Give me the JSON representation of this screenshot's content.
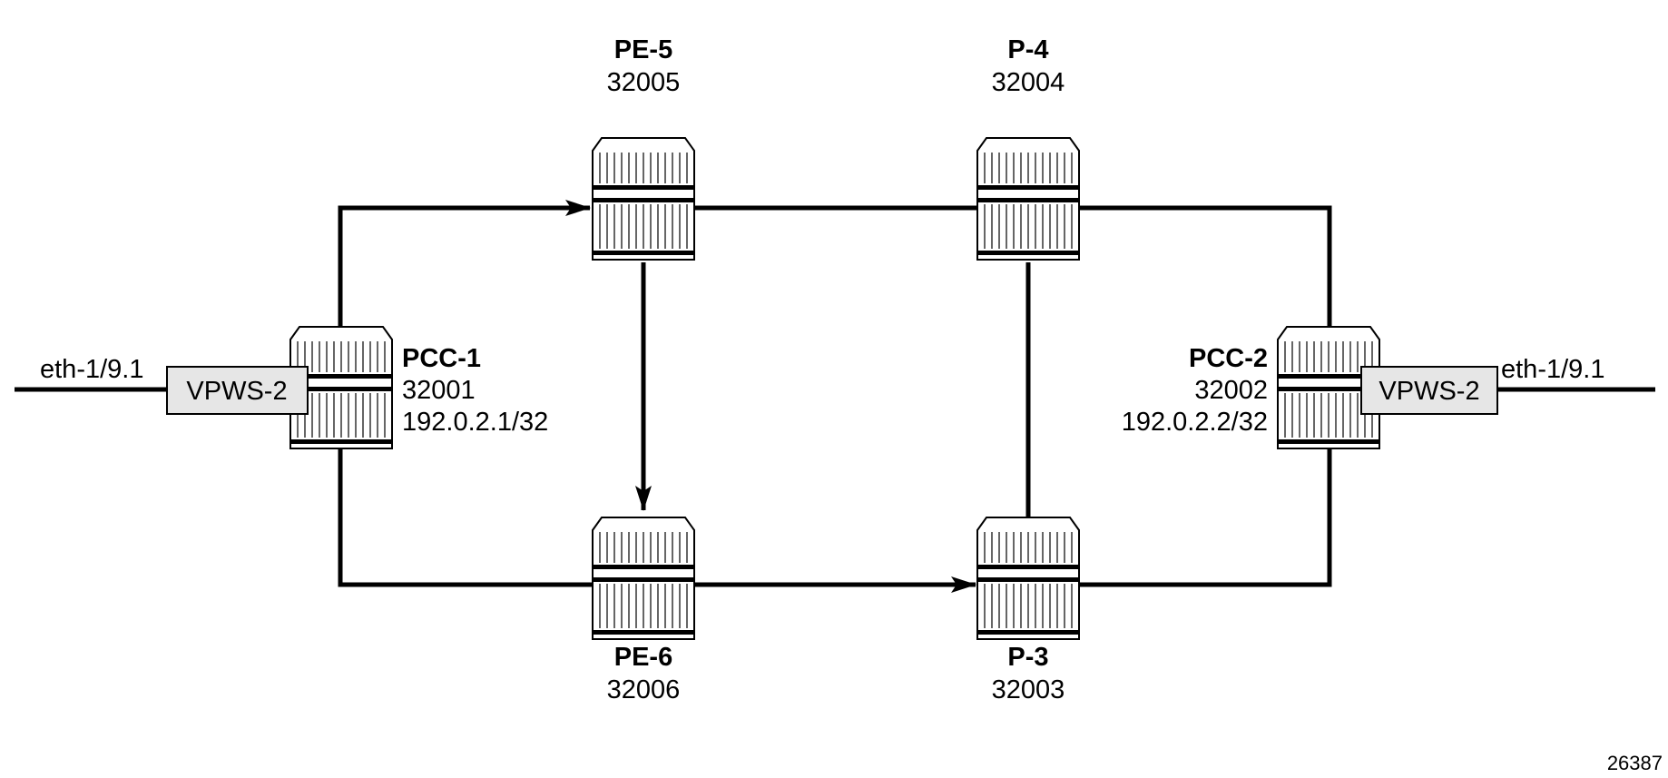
{
  "nodes": [
    {
      "id": "pcc1",
      "name": "PCC-1",
      "sid": "32001",
      "ip": "192.0.2.1/32"
    },
    {
      "id": "pcc2",
      "name": "PCC-2",
      "sid": "32002",
      "ip": "192.0.2.2/32"
    },
    {
      "id": "pe5",
      "name": "PE-5",
      "sid": "32005"
    },
    {
      "id": "p4",
      "name": "P-4",
      "sid": "32004"
    },
    {
      "id": "pe6",
      "name": "PE-6",
      "sid": "32006"
    },
    {
      "id": "p3",
      "name": "P-3",
      "sid": "32003"
    }
  ],
  "services": [
    {
      "id": "left",
      "label": "VPWS-2",
      "port": "eth-1/9.1"
    },
    {
      "id": "right",
      "label": "VPWS-2",
      "port": "eth-1/9.1"
    }
  ],
  "figure_id": "26387",
  "colors": {
    "line": "#000000",
    "service_box": "#e6e6e6"
  }
}
